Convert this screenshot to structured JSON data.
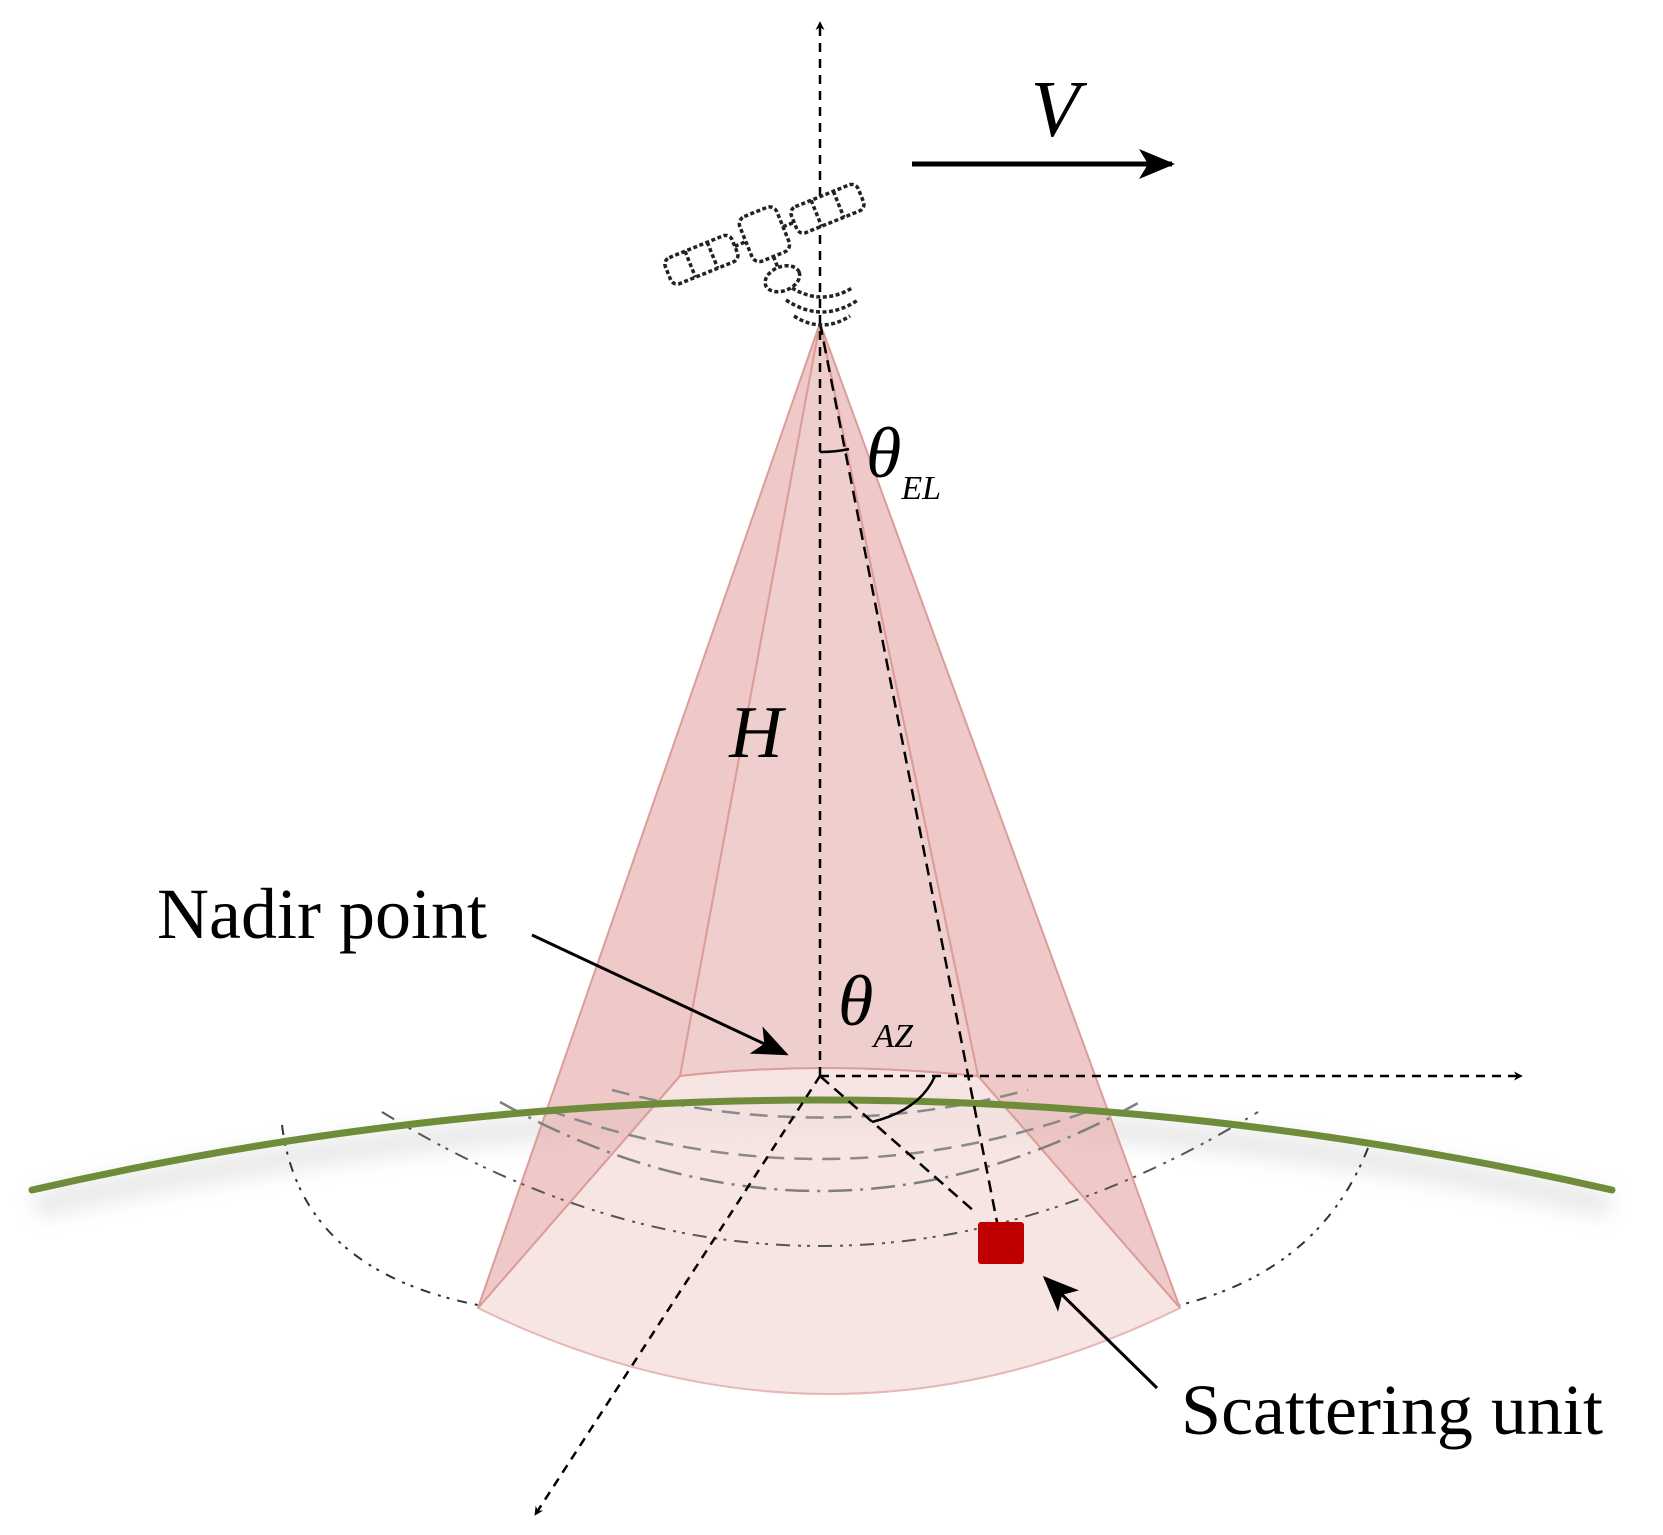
{
  "labels": {
    "velocity": "V",
    "height": "H",
    "theta": "θ",
    "elevation_sub": "EL",
    "azimuth_sub": "AZ",
    "nadir_point": "Nadir point",
    "scattering_unit": "Scattering unit"
  },
  "colors": {
    "beam_fill": "#e7b5b3",
    "beam_light": "#f4dcdb",
    "beam_edge": "#d9908c",
    "earth_curve": "#6e8c3a",
    "scatterer": "#c00000",
    "ink": "#000000",
    "range_rings": "#7f7f7f"
  },
  "icons": [
    "satellite-icon"
  ]
}
